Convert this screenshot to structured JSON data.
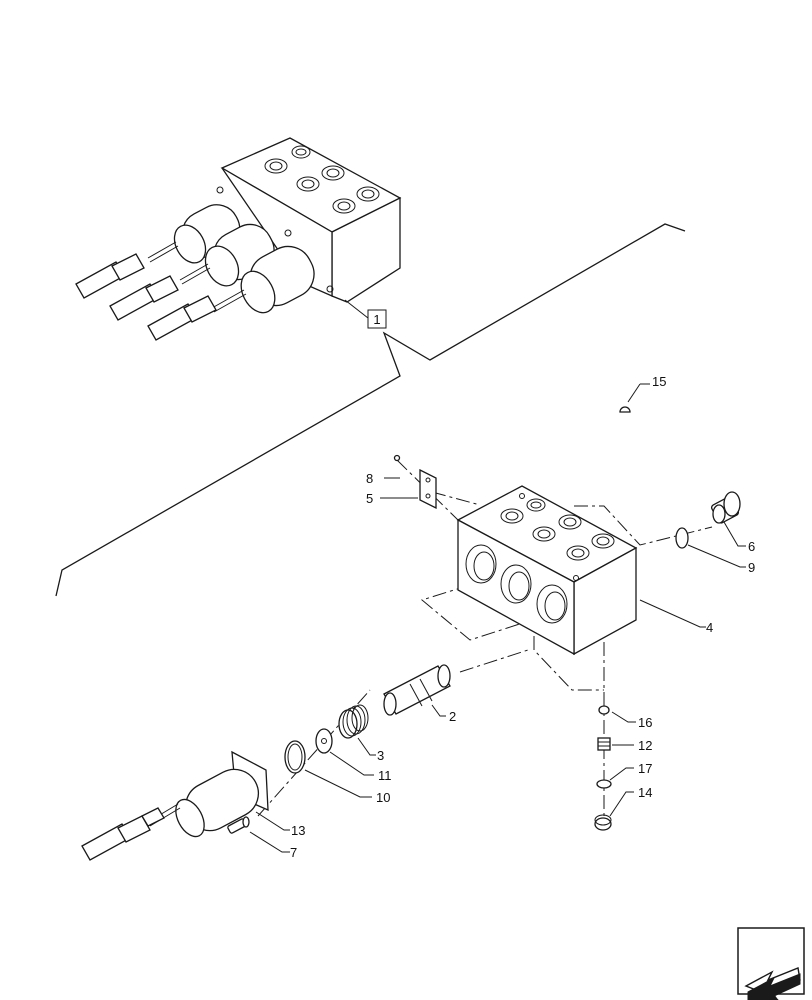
{
  "callouts": {
    "c1": "1",
    "c2": "2",
    "c3": "3",
    "c4": "4",
    "c5": "5",
    "c6": "6",
    "c7": "7",
    "c8": "8",
    "c9": "9",
    "c10": "10",
    "c11": "11",
    "c12": "12",
    "c13": "13",
    "c14": "14",
    "c15": "15",
    "c16": "16",
    "c17": "17"
  },
  "icons": {
    "nav": "back-arrow-icon"
  }
}
